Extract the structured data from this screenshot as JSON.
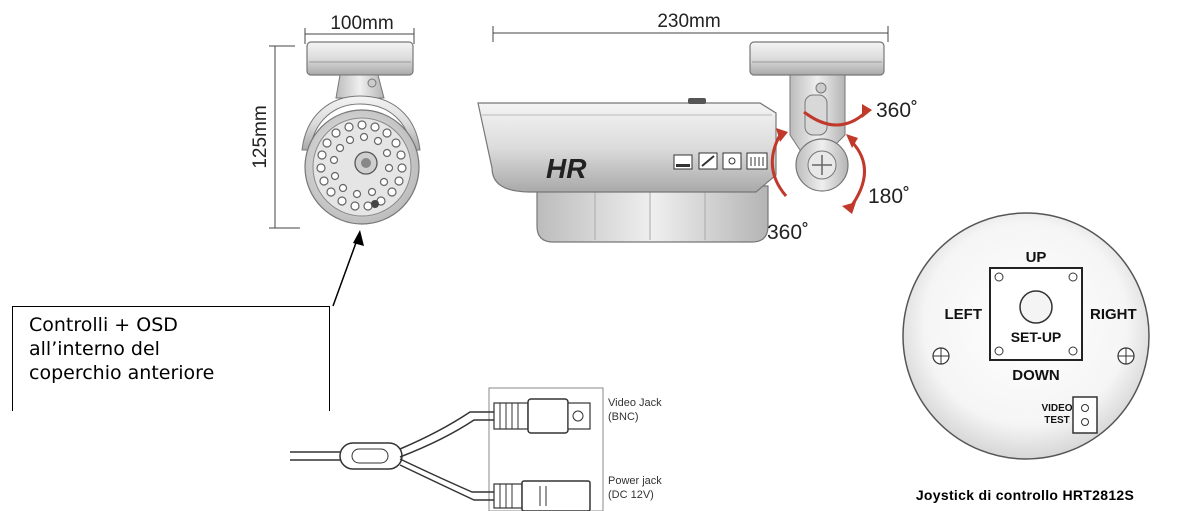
{
  "dimensions": {
    "front_width": "100mm",
    "height": "125mm",
    "length": "230mm"
  },
  "rotations": {
    "pan": "360˚",
    "tilt": "180˚",
    "rotate": "360˚"
  },
  "brand_logo": "HR",
  "callout": {
    "line1": "Controlli + OSD",
    "line2": "all’interno del",
    "line3": "coperchio anteriore"
  },
  "cable": {
    "video_line1": "Video Jack",
    "video_line2": "(BNC)",
    "power_line1": "Power jack",
    "power_line2": "(DC 12V)"
  },
  "joystick": {
    "up": "UP",
    "down": "DOWN",
    "left": "LEFT",
    "right": "RIGHT",
    "center": "SET-UP",
    "video_test_line1": "VIDEO",
    "video_test_line2": "TEST",
    "caption": "Joystick di controllo HRT2812S"
  }
}
